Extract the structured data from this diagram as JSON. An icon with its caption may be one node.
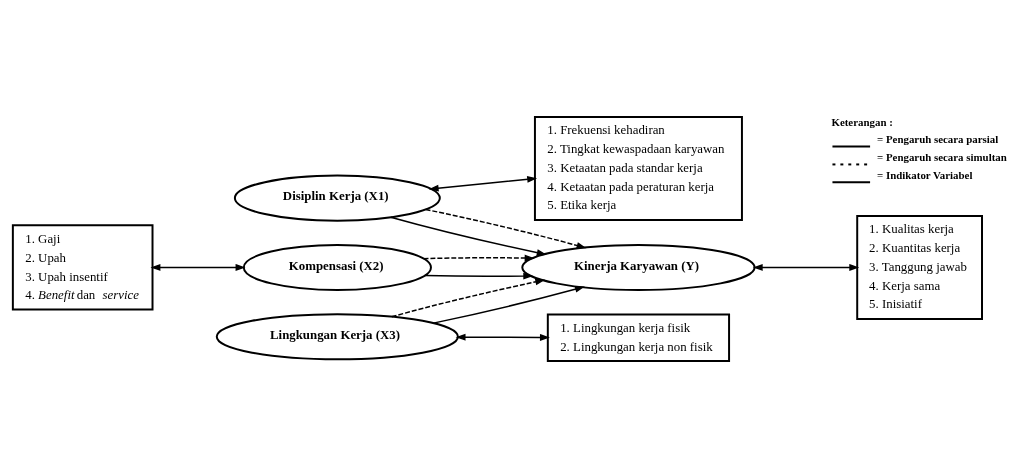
{
  "diagram": {
    "nodes": [
      {
        "text": [
          "Disiplin Kerja (X1)"
        ]
      },
      {
        "text": [
          "Kompensasi (X2)"
        ]
      },
      {
        "text": [
          "Lingkungan Kerja (X3)"
        ]
      },
      {
        "text": [
          "Kinerja Karyawan (Y)"
        ]
      },
      {
        "text": [
          "1. Frekuensi kehadiran",
          "2. Tingkat kewaspadaan karyawan",
          "3. Ketaatan pada standar kerja",
          "4. Ketaatan pada peraturan kerja",
          "5. Etika kerja"
        ]
      },
      {
        "text": [
          "1. Gaji",
          "2. Upah",
          "3. Upah insentif",
          "4. *Benefit* dan *service*"
        ]
      },
      {
        "text": [
          "1. Lingkungan kerja fisik",
          "2. Lingkungan kerja non fisik"
        ]
      },
      {
        "text": [
          "1. Kualitas kerja",
          "2. Kuantitas kerja",
          "3. Tanggung jawab",
          "4. Kerja sama",
          "5. Inisiatif"
        ]
      }
    ],
    "edges": [
      {
        "from": 0,
        "to": 3,
        "arrow": "to"
      },
      {
        "from": 1,
        "to": 3,
        "arrow": "to"
      },
      {
        "from": 2,
        "to": 3,
        "arrow": "to"
      },
      {
        "from": 0,
        "to": 3,
        "arrow": "to",
        "style": "dashed"
      },
      {
        "from": 1,
        "to": 3,
        "arrow": "to",
        "style": "dashed"
      },
      {
        "from": 2,
        "to": 3,
        "arrow": "to",
        "style": "dashed"
      },
      {
        "from": 0,
        "to": 4,
        "arrow": "both"
      },
      {
        "from": 5,
        "to": 1,
        "arrow": "both"
      },
      {
        "from": 2,
        "to": 6,
        "arrow": "both"
      },
      {
        "from": 3,
        "to": 7,
        "arrow": "both"
      }
    ],
    "labels": [
      "Keterangan :"
    ],
    "legend": [
      {
        "text": "= Pengaruh secara parsial"
      },
      {
        "text": "= Pengaruh secara simultan"
      },
      {
        "text": "= Indikator Variabel"
      }
    ]
  }
}
